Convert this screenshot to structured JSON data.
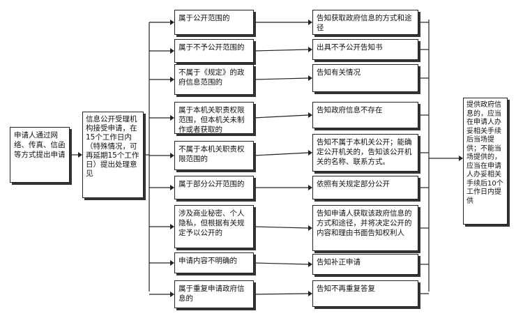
{
  "applicant": "申请人通过网络、传真、信函等方式提出申请",
  "intake": "信息公开受理机构接受申请，在15个工作日内（特殊情况，可再延期15个工作日）提出处理意见",
  "cases": [
    {
      "condition": "属于公开范围的",
      "action": "告知获取政府信息的方式和途径"
    },
    {
      "condition": "属于不予公开范围的",
      "action": "出具不予公开告知书"
    },
    {
      "condition": "不属于《规定》的政府信息范围的",
      "action": "告知有关情况"
    },
    {
      "condition": "属于本机关职责权限范围，但本机关未制作或者获取的",
      "action": "告知政府信息不存在"
    },
    {
      "condition": "不属于本机关职责权限范围的",
      "action": "告知不属于本机关公开；能确定公开机关的，告知该公开机关的名称、联系方式。"
    },
    {
      "condition": "属于部分公开范围的",
      "action": "依照有关规定部分公开"
    },
    {
      "condition": "涉及商业秘密、个人隐私，但根据有关规定予以公开的",
      "action": "告知申请人获取该政府信息的方式和途径，并将决定公开的内容和理由书面告知权利人"
    },
    {
      "condition": "申请内容不明确的",
      "action": "告知补正申请"
    },
    {
      "condition": "属于重复申请政府信息的",
      "action": "告知不再重复答复"
    }
  ],
  "final": "提供政府信息的，应当在申请人办妥相关手续后当场提供；不能当场提供的，应当在申请人办妥相关手续后10个工作日内提供"
}
